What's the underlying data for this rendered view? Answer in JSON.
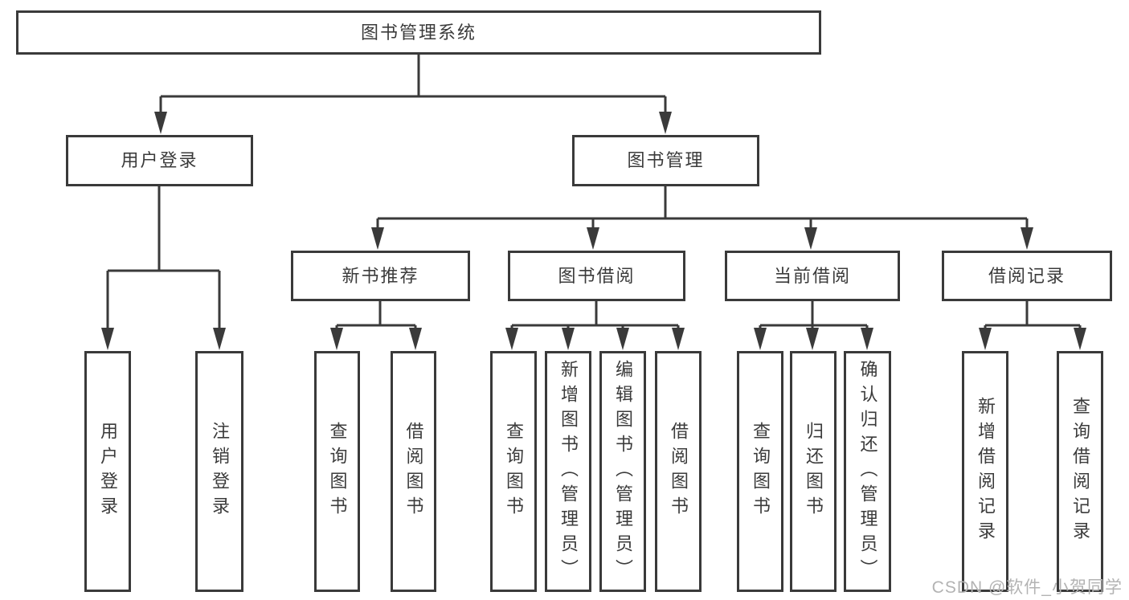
{
  "tree": {
    "root": {
      "label": "图书管理系统"
    },
    "level2": [
      {
        "id": "user-login",
        "label": "用户登录"
      },
      {
        "id": "book-management",
        "label": "图书管理"
      }
    ],
    "level3": [
      {
        "id": "new-book-recommend",
        "label": "新书推荐",
        "parent": "图书管理"
      },
      {
        "id": "book-borrow",
        "label": "图书借阅",
        "parent": "图书管理"
      },
      {
        "id": "current-borrow",
        "label": "当前借阅",
        "parent": "图书管理"
      },
      {
        "id": "borrow-records",
        "label": "借阅记录",
        "parent": "图书管理"
      }
    ],
    "leaves": [
      {
        "id": "user-login-leaf",
        "label": "用户登录",
        "parent": "用户登录"
      },
      {
        "id": "logout",
        "label": "注销登录",
        "parent": "用户登录"
      },
      {
        "id": "query-books-recommend",
        "label": "查询图书",
        "parent": "新书推荐"
      },
      {
        "id": "borrow-books-recommend",
        "label": "借阅图书",
        "parent": "新书推荐"
      },
      {
        "id": "query-books-borrow",
        "label": "查询图书",
        "parent": "图书借阅"
      },
      {
        "id": "add-books-admin",
        "label": "新增图书（管理员）",
        "parent": "图书借阅"
      },
      {
        "id": "edit-books-admin",
        "label": "编辑图书（管理员）",
        "parent": "图书借阅"
      },
      {
        "id": "borrow-books",
        "label": "借阅图书",
        "parent": "图书借阅"
      },
      {
        "id": "query-books-current",
        "label": "查询图书",
        "parent": "当前借阅"
      },
      {
        "id": "return-books",
        "label": "归还图书",
        "parent": "当前借阅"
      },
      {
        "id": "confirm-return-admin",
        "label": "确认归还（管理员）",
        "parent": "当前借阅"
      },
      {
        "id": "add-borrow-record",
        "label": "新增借阅记录",
        "parent": "借阅记录"
      },
      {
        "id": "query-borrow-record",
        "label": "查询借阅记录",
        "parent": "借阅记录"
      }
    ]
  },
  "watermark": "CSDN @软件_小贺同学",
  "colors": {
    "line": "#3a3a3a",
    "text": "#3b3b3b",
    "watermark": "#b3b3b3",
    "bg": "#ffffff"
  }
}
